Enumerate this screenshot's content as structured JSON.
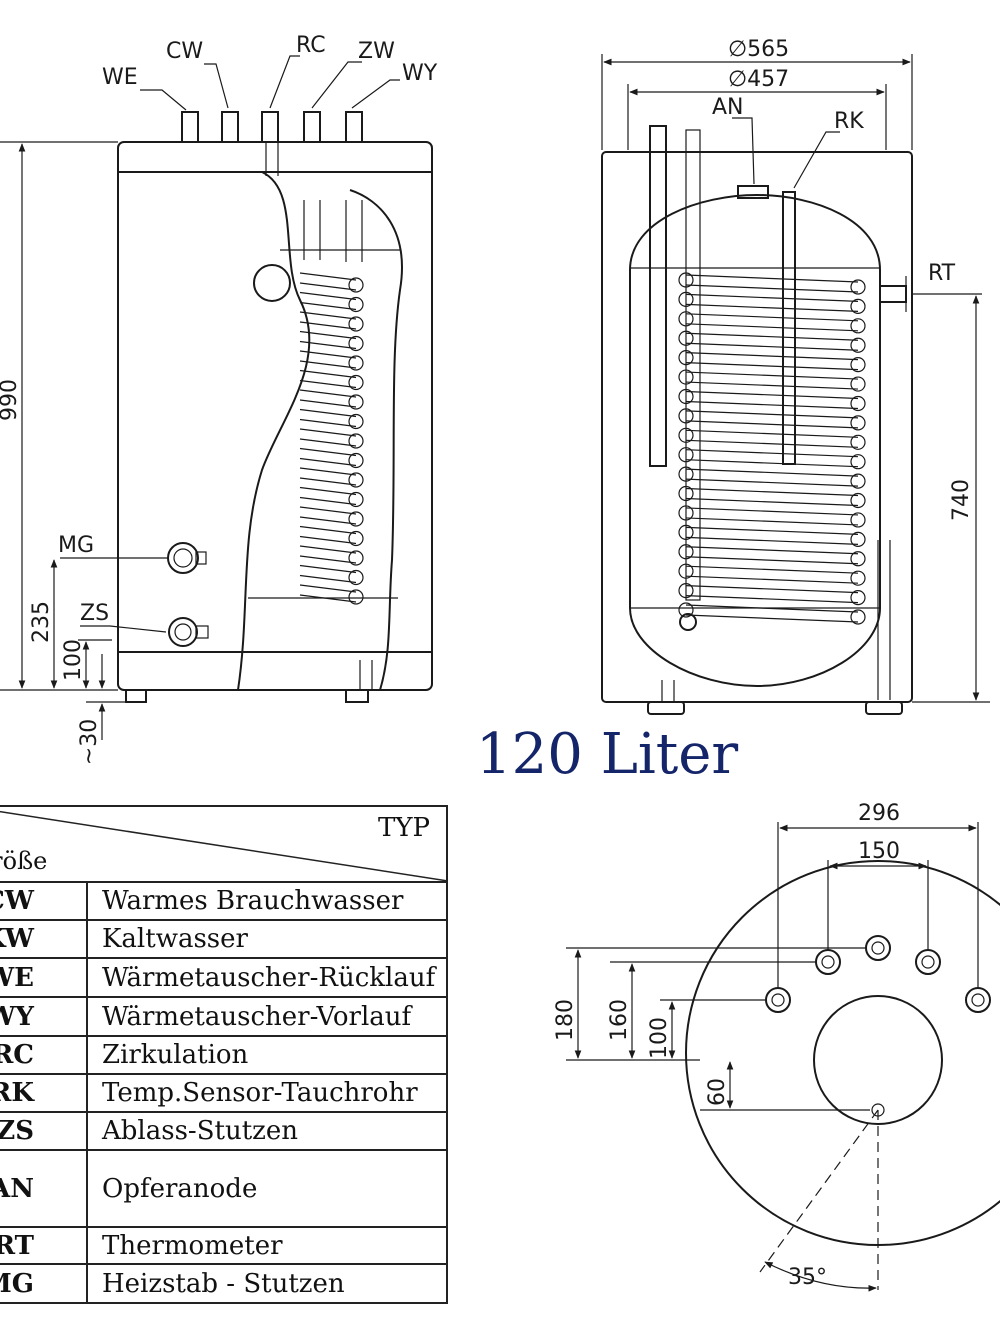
{
  "title": "120 Liter",
  "side_view_labels": {
    "we": "WE",
    "cw": "CW",
    "rc": "RC",
    "zw": "ZW",
    "wy": "WY",
    "mg": "MG",
    "zs": "ZS"
  },
  "side_view_dims": {
    "height": "990",
    "mg": "235",
    "zs": "100",
    "feet": "~30"
  },
  "section_view_labels": {
    "an": "AN",
    "rk": "RK",
    "rt": "RT"
  },
  "section_view_dims": {
    "outer_d": "∅565",
    "inner_d": "∅457",
    "rt_height": "740"
  },
  "top_view_dims": {
    "w296": "296",
    "w150": "150",
    "h180": "180",
    "h160": "160",
    "h100": "100",
    "h60": "60",
    "angle": "35°"
  },
  "table": {
    "header_type": "TYP",
    "header_size": "Größe",
    "rows": [
      {
        "code": "CW",
        "desc": "Warmes Brauchwasser"
      },
      {
        "code": "KW",
        "desc": "Kaltwasser"
      },
      {
        "code": "WE",
        "desc": "Wärmetauscher-Rücklauf"
      },
      {
        "code": "WY",
        "desc": "Wärmetauscher-Vorlauf"
      },
      {
        "code": "RC",
        "desc": "Zirkulation"
      },
      {
        "code": "RK",
        "desc": "Temp.Sensor-Tauchrohr"
      },
      {
        "code": "ZS",
        "desc": "Ablass-Stutzen"
      },
      {
        "code": "AN",
        "desc": "Opferanode"
      },
      {
        "code": "RT",
        "desc": "Thermometer"
      },
      {
        "code": "MG",
        "desc": "Heizstab - Stutzen"
      }
    ]
  }
}
